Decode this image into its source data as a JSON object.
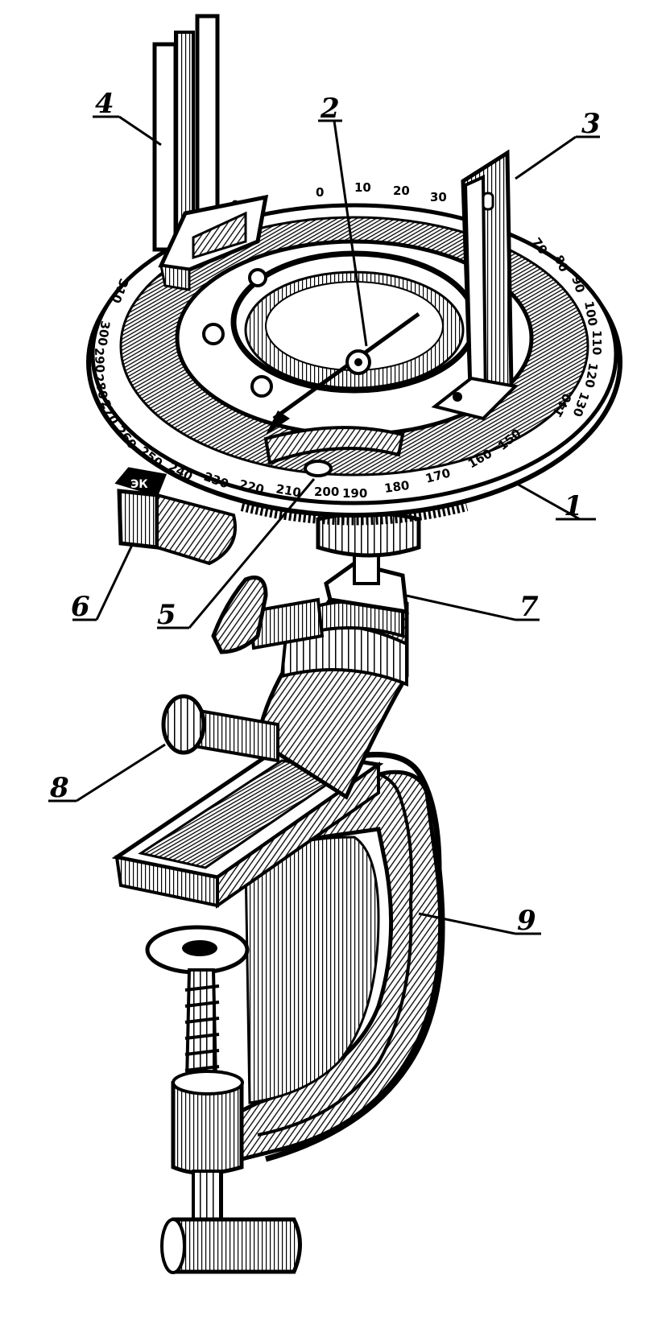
{
  "labels": {
    "part_1": "1",
    "part_2": "2",
    "part_3": "3",
    "part_4": "4",
    "part_5": "5",
    "part_6": "6",
    "part_7": "7",
    "part_8": "8",
    "part_9": "9"
  },
  "dial_numbers": [
    "350",
    "0",
    "10",
    "20",
    "30",
    "70",
    "80",
    "90",
    "100",
    "110",
    "120",
    "130",
    "140",
    "150",
    "160",
    "170",
    "180",
    "190",
    "200",
    "210",
    "220",
    "230",
    "240",
    "250",
    "260",
    "270",
    "280",
    "290",
    "300",
    "310"
  ],
  "clamp_mark": "ЭК"
}
